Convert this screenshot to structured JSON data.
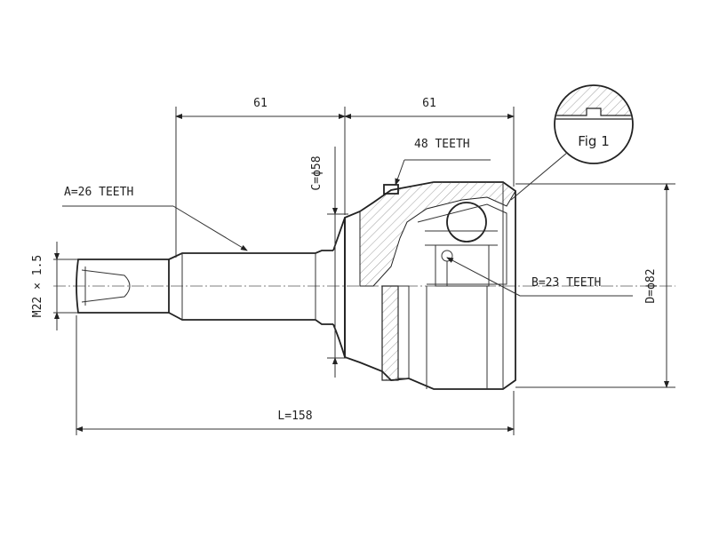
{
  "dimensions": {
    "left_length": "61",
    "right_length": "61",
    "total_length": "L=158",
    "thread": "M22 × 1.5",
    "diameter_c": "C=ϕ58",
    "diameter_d": "D=ϕ82"
  },
  "callouts": {
    "teeth_a": "A=26 TEETH",
    "teeth_48": "48 TEETH",
    "teeth_b": "B=23 TEETH"
  },
  "detail": {
    "fig_label": "Fig 1"
  },
  "colors": {
    "line": "#222222",
    "background": "#ffffff"
  }
}
